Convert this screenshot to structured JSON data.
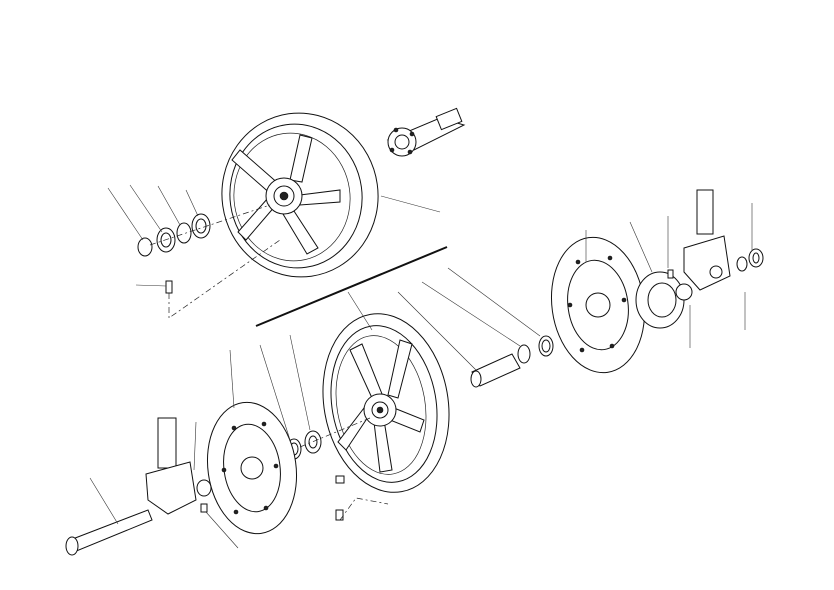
{
  "diagram": {
    "type": "exploded-parts-view",
    "subject": "wheel assembly",
    "assemblies": [
      "rear-wheel",
      "front-wheel"
    ],
    "labels": []
  }
}
